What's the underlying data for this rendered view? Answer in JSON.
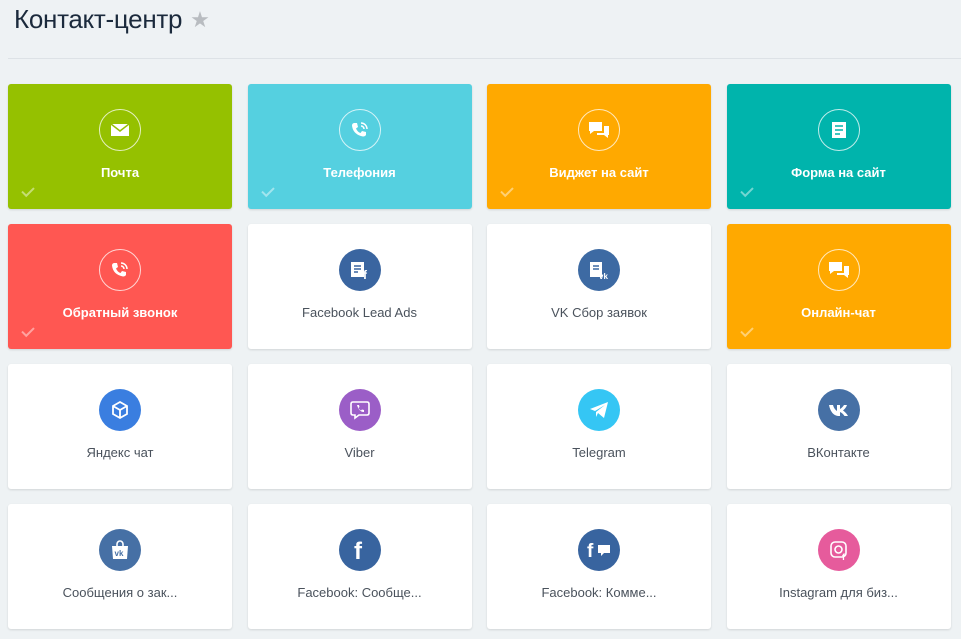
{
  "header": {
    "title": "Контакт-центр"
  },
  "cards": [
    {
      "label": "Почта",
      "icon": "mail-icon",
      "color": "#95c100",
      "active": true
    },
    {
      "label": "Телефония",
      "icon": "phone-icon",
      "color": "#55d0e0",
      "active": true
    },
    {
      "label": "Виджет на сайт",
      "icon": "chat-bubbles-icon",
      "color": "#ffa900",
      "active": true
    },
    {
      "label": "Форма на сайт",
      "icon": "form-icon",
      "color": "#00b4ac",
      "active": true
    },
    {
      "label": "Обратный звонок",
      "icon": "callback-icon",
      "color": "#ff5752",
      "active": true
    },
    {
      "label": "Facebook Lead Ads",
      "icon": "facebook-lead-ads-icon",
      "color": "#3a65a0",
      "active": false
    },
    {
      "label": "VK Сбор заявок",
      "icon": "vk-leads-icon",
      "color": "#3d6aa3",
      "active": false
    },
    {
      "label": "Онлайн-чат",
      "icon": "chat-bubbles-icon",
      "color": "#ffa900",
      "active": true
    },
    {
      "label": "Яндекс чат",
      "icon": "yandex-chat-icon",
      "color": "#3a7ee0",
      "active": false
    },
    {
      "label": "Viber",
      "icon": "viber-icon",
      "color": "#9b5ec7",
      "active": false
    },
    {
      "label": "Telegram",
      "icon": "telegram-icon",
      "color": "#35c6f4",
      "active": false
    },
    {
      "label": "ВКонтакте",
      "icon": "vk-icon",
      "color": "#4670a5",
      "active": false
    },
    {
      "label": "Сообщения о зак...",
      "icon": "vk-shop-icon",
      "color": "#4670a5",
      "active": false
    },
    {
      "label": "Facebook: Сообще...",
      "icon": "facebook-icon",
      "color": "#38649f",
      "active": false
    },
    {
      "label": "Facebook: Комме...",
      "icon": "facebook-comments-icon",
      "color": "#38649f",
      "active": false
    },
    {
      "label": "Instagram для биз...",
      "icon": "instagram-icon",
      "color": "#e65b9c",
      "active": false
    }
  ]
}
